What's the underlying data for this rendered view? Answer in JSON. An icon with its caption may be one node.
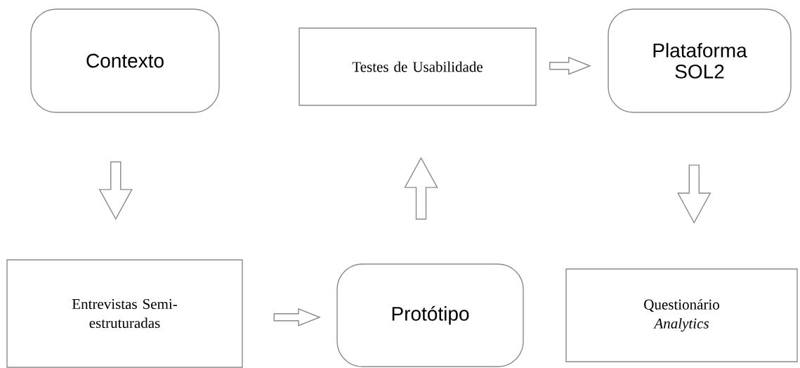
{
  "diagram": {
    "nodes": [
      {
        "text": [
          "Contexto"
        ]
      },
      {
        "text": [
          "Testes de Usabilidade"
        ]
      },
      {
        "text": [
          "Plataforma SOL2"
        ]
      },
      {
        "text": [
          "Entrevistas Semi-estruturadas"
        ]
      },
      {
        "text": [
          "Protótipo"
        ]
      },
      {
        "text": [
          "Questionário *Analytics*"
        ]
      }
    ],
    "edges": [
      {
        "from": 0,
        "to": 3,
        "arrow": "to"
      },
      {
        "from": 3,
        "to": 4,
        "arrow": "to"
      },
      {
        "from": 4,
        "to": 1,
        "arrow": "to"
      },
      {
        "from": 1,
        "to": 2,
        "arrow": "to"
      },
      {
        "from": 2,
        "to": 5,
        "arrow": "to"
      }
    ]
  }
}
